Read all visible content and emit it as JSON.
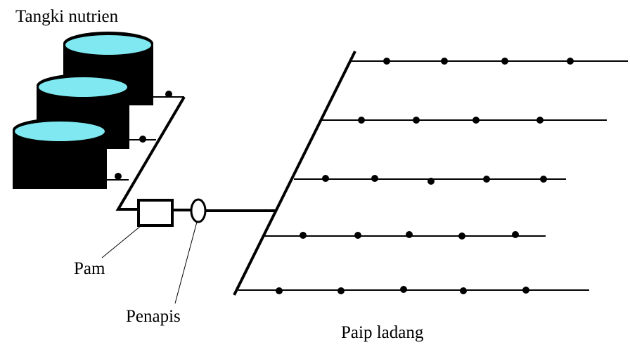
{
  "labels": {
    "tanks": "Tangki nutrien",
    "pump": "Pam",
    "filter": "Penapis",
    "field_pipes": "Paip ladang"
  },
  "colors": {
    "water": "#7fe8f0",
    "tank_body": "#000000",
    "line": "#000000",
    "background": "#ffffff"
  }
}
